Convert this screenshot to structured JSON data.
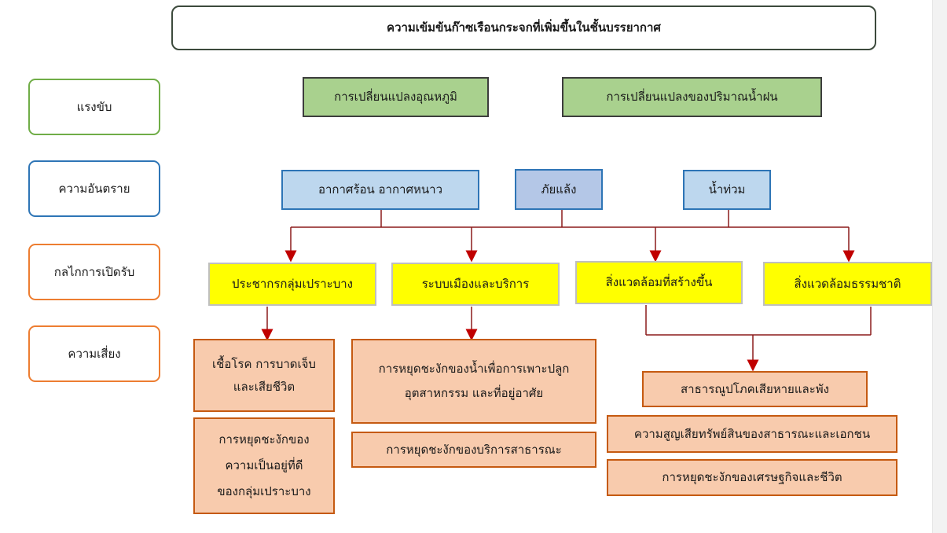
{
  "title": "ความเข้มข้นก๊าซเรือนกระจกที่เพิ่มขึ้นในชั้นบรรยากาศ",
  "side_labels": {
    "drivers": "แรงขับ",
    "hazards": "ความอันตราย",
    "exposure": "กลไกการเปิดรับ",
    "risks": "ความเสี่ยง"
  },
  "drivers": {
    "temperature": "การเปลี่ยนแปลงอุณหภูมิ",
    "rainfall": "การเปลี่ยนแปลงของปริมาณน้ำฝน"
  },
  "hazards": {
    "heat_cold": "อากาศร้อน อากาศหนาว",
    "drought": "ภัยแล้ง",
    "flood": "น้ำท่วม"
  },
  "exposure": {
    "vulnerable": "ประชากรกลุ่มเปราะบาง",
    "urban": "ระบบเมืองและบริการ",
    "built": "สิ่งแวดล้อมที่สร้างขึ้น",
    "natural": "สิ่งแวดล้อมธรรมชาติ"
  },
  "risks": {
    "disease_line1": "เชื้อโรค การบาดเจ็บ",
    "disease_line2": "และเสียชีวิต",
    "wellbeing_line1": "การหยุดชะงักของ",
    "wellbeing_line2": "ความเป็นอยู่ที่ดี",
    "wellbeing_line3": "ของกลุ่มเปราะบาง",
    "water_line1": "การหยุดชะงักของน้ำเพื่อการเพาะปลูก",
    "water_line2": "อุตสาหกรรม และที่อยู่อาศัย",
    "public_service": "การหยุดชะงักของบริการสาธารณะ",
    "utilities": "สาธารณูปโภคเสียหายและพัง",
    "property": "ความสูญเสียทรัพย์สินของสาธารณะและเอกชน",
    "economy": "การหยุดชะงักของเศรษฐกิจและชีวิต"
  },
  "colors": {
    "driver_fill": "#a9d18e",
    "hazard_fill": "#bdd7ee",
    "exposure_fill": "#ffff00",
    "risk_fill": "#f8cbad",
    "arrow": "#c00000"
  }
}
